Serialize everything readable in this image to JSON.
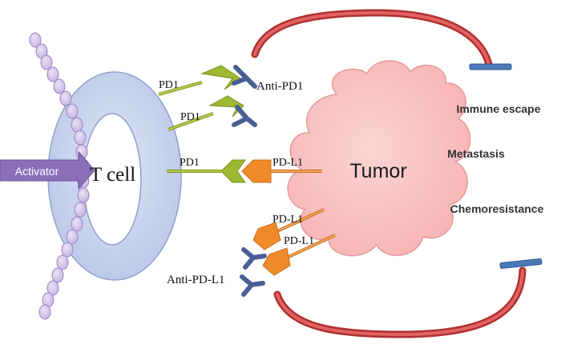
{
  "labels": {
    "t_cell": "T cell",
    "activator": "Activator",
    "tumor": "Tumor",
    "pd1_top": "PD1",
    "pd1_mid": "PD1",
    "pd1_bound": "PD1",
    "pdl1_bound": "PD-L1",
    "pdl1_lower_1": "PD-L1",
    "pdl1_lower_2": "PD-L1",
    "anti_pd1": "Anti-PD1",
    "anti_pdl1": "Anti-PD-L1"
  },
  "outcomes": [
    "Immune escape",
    "Metastasis",
    "Chemoresistance"
  ],
  "colors": {
    "t_cell_fill": "#b9c6e6",
    "t_cell_stroke": "#8fa0cf",
    "bead": "#c5b3e0",
    "bead_stroke": "#9a86c4",
    "activator": "#8a6fb8",
    "tumor_fill": "#f6b2b2",
    "tumor_stroke": "#e49a9a",
    "pd1": "#9fb832",
    "pd1_stroke": "#7c9120",
    "pdl1": "#ee8a2a",
    "antibody": "#4a5f95",
    "inhibit_arc": "#d24545",
    "inhibit_bar": "#4a79b8"
  }
}
